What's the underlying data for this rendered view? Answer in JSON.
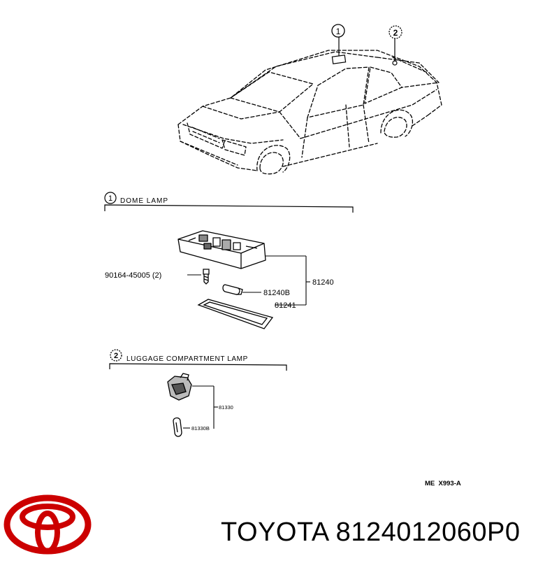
{
  "callouts": {
    "dome": "1",
    "luggage": "2"
  },
  "sections": {
    "dome": {
      "num": "1",
      "title": "DOME LAMP"
    },
    "luggage": {
      "num": "2",
      "title": "LUGGAGE COMPARTMENT LAMP"
    }
  },
  "parts": {
    "screw": "90164-45005 (2)",
    "dome_assy": "81240",
    "dome_bulb": "81240B",
    "dome_lens": "81241",
    "lug_assy": "81330",
    "lug_bulb": "81330B"
  },
  "diagram_ref": "ME  X993-A",
  "caption": "TOYOTA 8124012060P0",
  "brand": {
    "name": "toyota",
    "color": "#cc0000"
  }
}
